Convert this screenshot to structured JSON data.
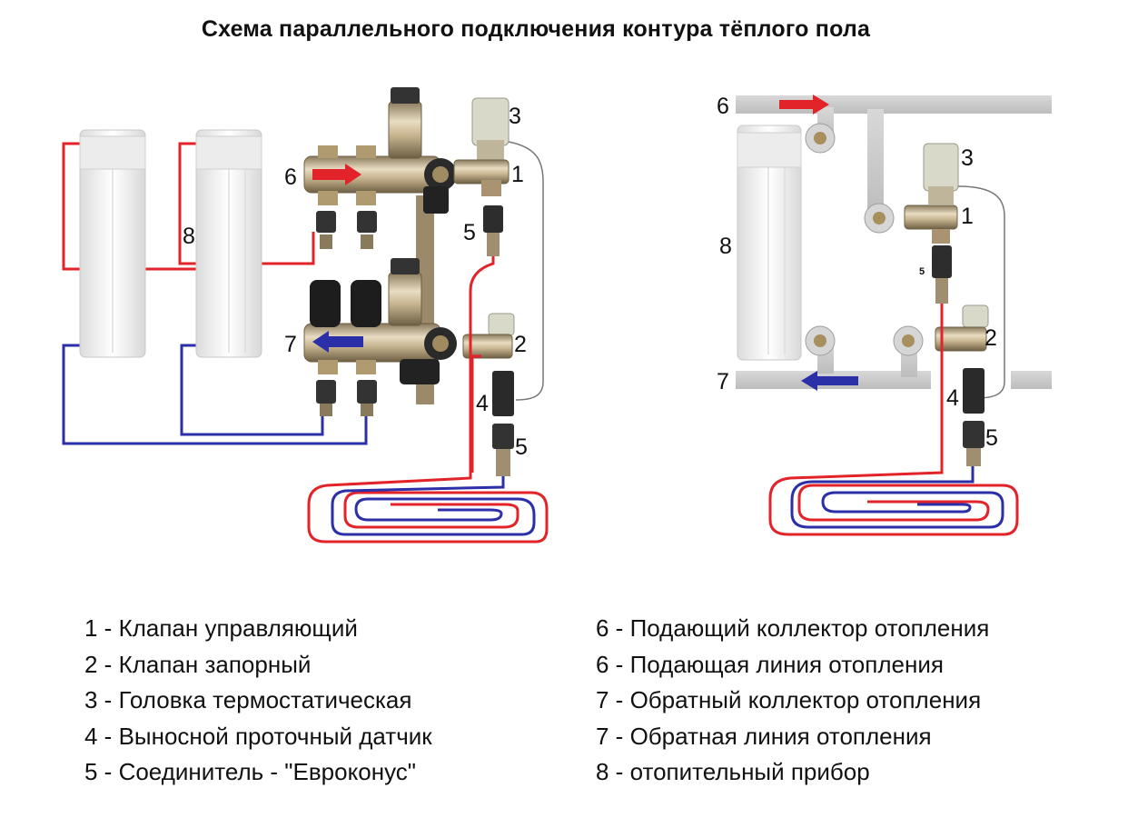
{
  "title": "Схема параллельного подключения контура тёплого пола",
  "labels": {
    "n1": "1",
    "n2": "2",
    "n3": "3",
    "n4": "4",
    "n5": "5",
    "n6": "6",
    "n7": "7",
    "n8": "8"
  },
  "legend_left": [
    "1 - Клапан управляющий",
    "2 - Клапан запорный",
    "3 - Головка термостатическая",
    "4 - Выносной проточный датчик",
    "5 - Соединитель - \"Евроконус\""
  ],
  "legend_right": [
    "6 - Подающий коллектор отопления",
    "6 - Подающая линия отопления",
    "7 - Обратный коллектор отопления",
    "7 - Обратная линия отопления",
    "8 - отопительный прибор"
  ],
  "colors": {
    "supply": "#e2232a",
    "return": "#2b2fa8",
    "pipe_gray": "#c9c9c9",
    "brass": "#b8a27a",
    "radiator": "#f1f1f1"
  }
}
